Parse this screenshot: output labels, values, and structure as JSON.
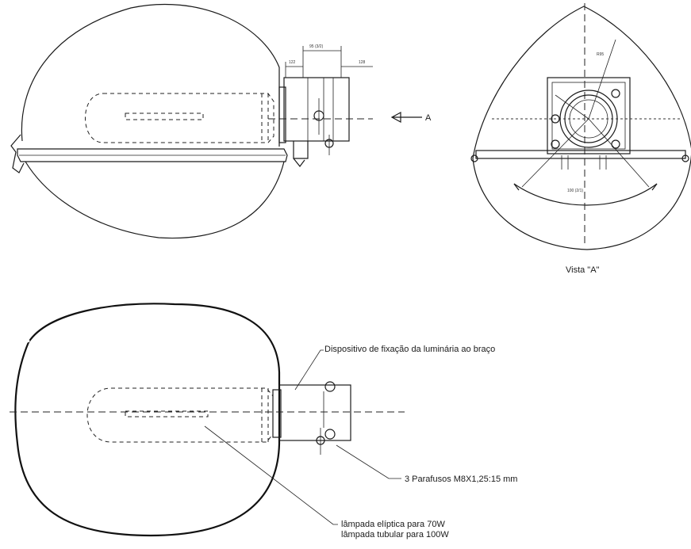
{
  "views": {
    "side_view": {
      "arrow_label": "A"
    },
    "front_view": {
      "caption": "Vista \"A\""
    },
    "top_view": {
      "callout_device": "Dispositivo de fixação da luminária ao braço",
      "callout_screws": "3 Parafusos M8X1,25:15 mm",
      "callout_lamp_line1": "lâmpada elíptica para 70W",
      "callout_lamp_line2": "lâmpada tubular para 100W"
    }
  }
}
